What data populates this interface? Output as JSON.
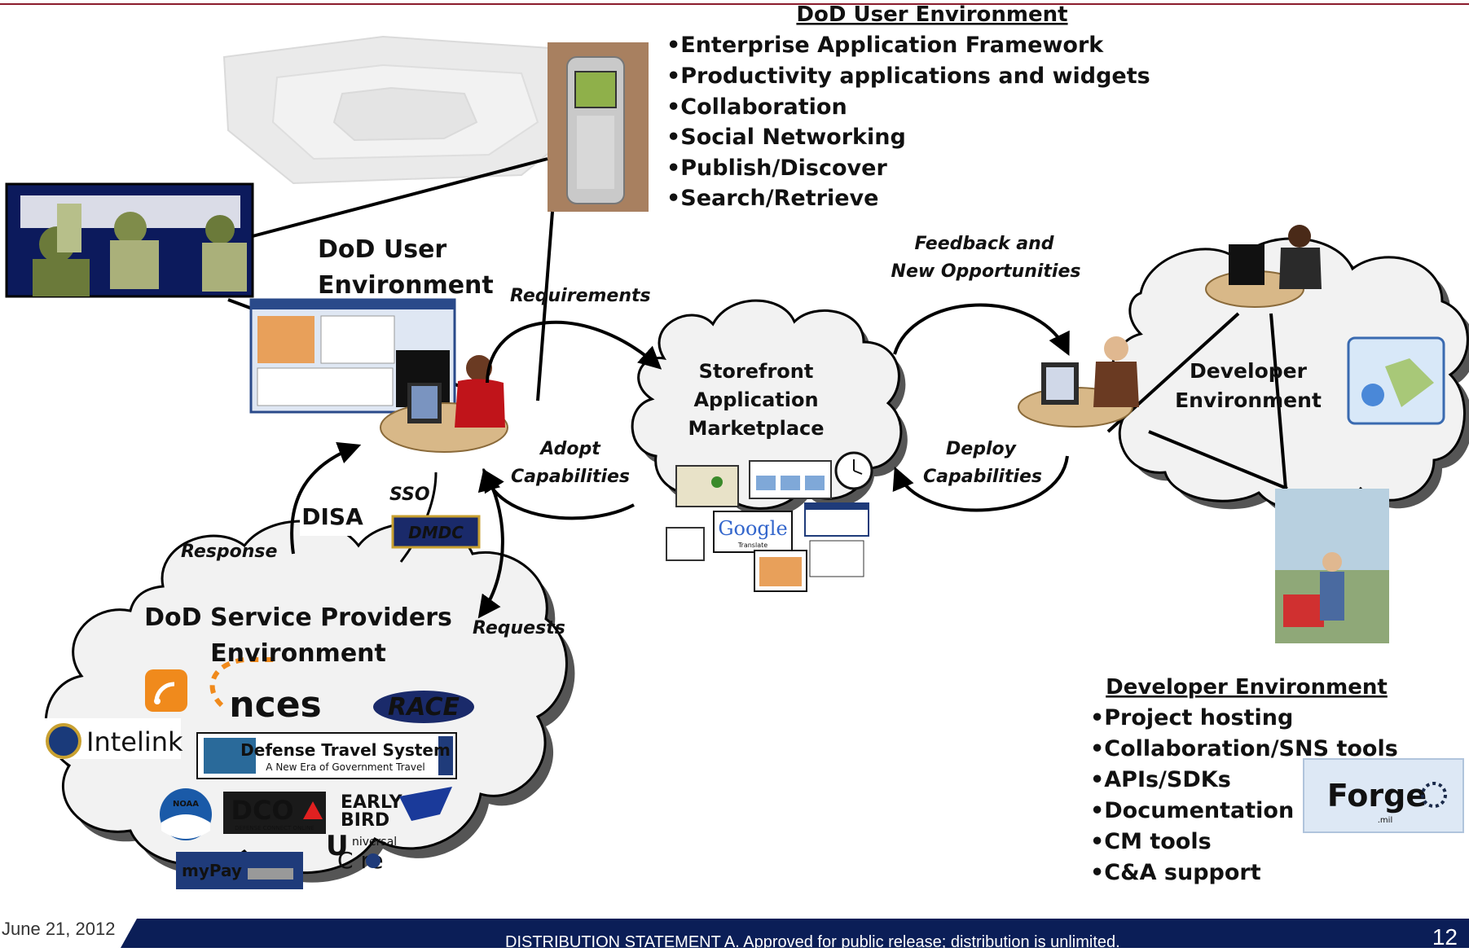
{
  "top_bullets": {
    "heading": "DoD User Environment",
    "items": [
      "•Enterprise Application  Framework",
      "•Productivity applications and widgets",
      "•Collaboration",
      "•Social Networking",
      "•Publish/Discover",
      "•Search/Retrieve"
    ]
  },
  "user_env_label": [
    "DoD User",
    "Environment"
  ],
  "storefront_label": [
    "Storefront",
    "Application",
    "Marketplace"
  ],
  "developer_env_label": [
    "Developer",
    "Environment"
  ],
  "service_providers_label": [
    "DoD Service Providers",
    "Environment"
  ],
  "flows": {
    "requirements": "Requirements",
    "adopt": [
      "Adopt",
      "Capabilities"
    ],
    "feedback": [
      "Feedback and",
      "New Opportunities"
    ],
    "deploy": [
      "Deploy",
      "Capabilities"
    ],
    "response": "Response",
    "sso": "SSO",
    "requests": "Requests"
  },
  "logos": {
    "disa": "DISA",
    "dmdc": "DMDC",
    "nces": "nces",
    "race": "RACE",
    "intelink": "Intelink",
    "dts_title": "Defense Travel System",
    "dts_sub": "A New Era of Government Travel",
    "noaa": "NOAA",
    "dco": "DCO",
    "dco_sub": "DEFENSE CONNECT ONLINE",
    "early_bird": [
      "EARLY",
      "BIRD"
    ],
    "universal_u": "U",
    "universal_niversal": "niversal",
    "universal_core": "C  re",
    "mypay": "myPay",
    "google": "Google",
    "google_sub": "Translate",
    "forge": "Forge",
    "forge_sub": ".mil"
  },
  "developer_bullets": {
    "heading": "Developer Environment",
    "items": [
      "•Project hosting",
      "•Collaboration/SNS  tools",
      "•APIs/SDKs",
      "•Documentation",
      "•CM tools",
      "•C&A support"
    ]
  },
  "footer": {
    "date": "June 21, 2012",
    "statement": "DISTRIBUTION STATEMENT A. Approved for public release; distribution is unlimited.",
    "page": "12"
  },
  "colors": {
    "accent": "#8b1c2c",
    "footer_bar": "#0b1e57",
    "cloud_fill": "#f2f2f2",
    "cloud_shadow": "#555555"
  }
}
